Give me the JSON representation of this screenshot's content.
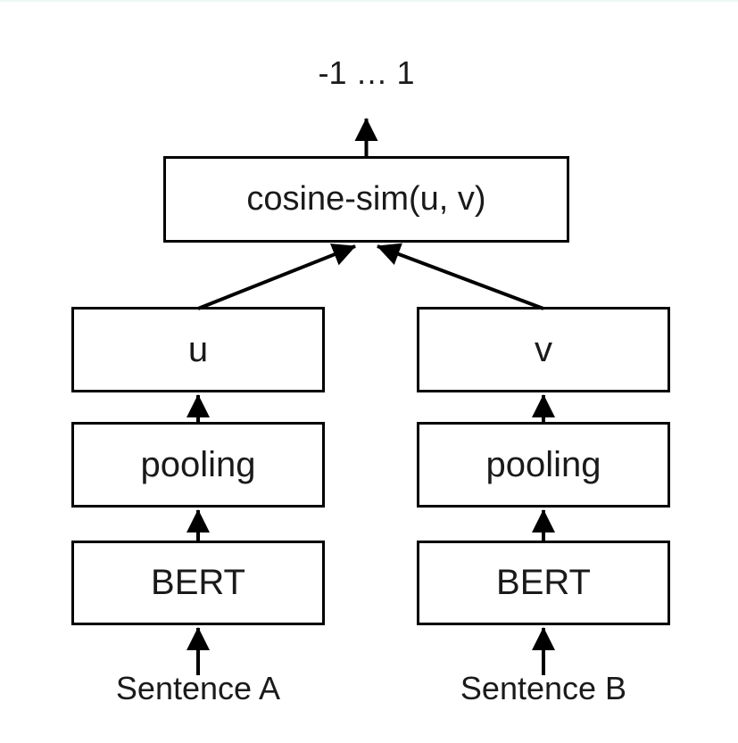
{
  "diagram": {
    "output_label": "-1 … 1",
    "cosine_box": {
      "label": "cosine-sim(u, v)"
    },
    "left_branch": {
      "embedding_label": "u",
      "pooling_label": "pooling",
      "encoder_label": "BERT",
      "input_label": "Sentence A"
    },
    "right_branch": {
      "embedding_label": "v",
      "pooling_label": "pooling",
      "encoder_label": "BERT",
      "input_label": "Sentence B"
    },
    "colors": {
      "stroke": "#000000",
      "background": "#ffffff",
      "box_fill": "#ffffff"
    }
  }
}
